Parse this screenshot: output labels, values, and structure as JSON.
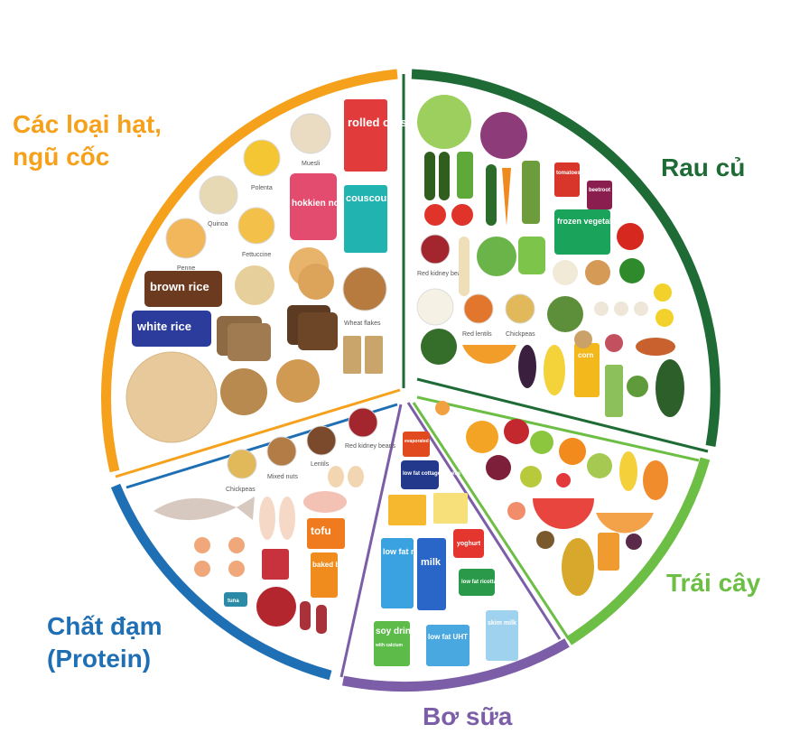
{
  "categories": {
    "grains": {
      "label_line1": "Các loại hạt,",
      "label_line2": "ngũ cốc",
      "color": "#F5A11C"
    },
    "vegetables": {
      "label": "Rau củ",
      "color": "#1E6B35"
    },
    "fruit": {
      "label": "Trái cây",
      "color": "#6DBE45"
    },
    "protein": {
      "label_line1": "Chất đạm",
      "label_line2": "(Protein)",
      "color": "#1F6FB5"
    },
    "dairy": {
      "label": "Bơ sữa",
      "color": "#7B5EA7"
    }
  },
  "food_labels": {
    "muesli": "Muesli",
    "polenta": "Polenta",
    "quinoa": "Quinoa",
    "fettuccine": "Fettuccine",
    "penne": "Penne",
    "wheat_flakes": "Wheat flakes",
    "rolled_oats": "rolled oats",
    "hokkien_noodles": "hokkien noodles",
    "couscous": "couscous",
    "brown_rice": "brown rice",
    "white_rice": "white rice",
    "red_kidney_beans_veg": "Red kidney beans",
    "red_lentils": "Red lentils",
    "chickpeas_veg": "Chickpeas",
    "tomatoes": "tomatoes",
    "beetroot": "beetroot",
    "frozen_vegetables": "frozen vegetables",
    "corn": "corn",
    "chickpeas_protein": "Chickpeas",
    "mixed_nuts": "Mixed nuts",
    "lentils": "Lentils",
    "red_kidney_beans_protein": "Red kidney beans",
    "tofu": "tofu",
    "baked_beans": "baked beans",
    "tuna": "tuna",
    "low_fat_cottage_cheese": "low fat cottage cheese",
    "yoghurt": "yoghurt",
    "low_fat_ricotta": "low fat ricotta",
    "low_fat_milk": "low fat milk",
    "milk": "milk",
    "soy_drink": "soy drink",
    "with_calcium": "with calcium",
    "low_fat_uht_milk": "low fat UHT milk",
    "skim_milk_powder": "skim milk powder",
    "evaporated": "evaporated"
  }
}
